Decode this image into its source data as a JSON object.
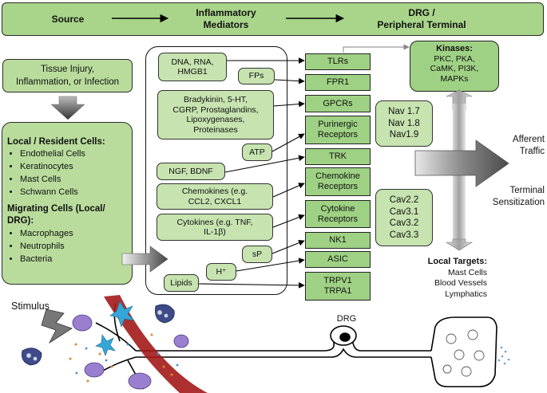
{
  "header": {
    "source": "Source",
    "mediators": "Inflammatory\nMediators",
    "terminal": "DRG /\nPeripheral Terminal"
  },
  "tissue_injury": "Tissue Injury,\nInflammation, or Infection",
  "cells": {
    "local_title": "Local / Resident Cells:",
    "local_items": [
      "Endothelial Cells",
      "Keratinocytes",
      "Mast Cells",
      "Schwann Cells"
    ],
    "migrating_title": "Migrating Cells (Local/\nDRG):",
    "migrating_items": [
      "Macrophages",
      "Neutrophils",
      "Bacteria"
    ]
  },
  "mediators": {
    "dna": "DNA, RNA,\nHMGB1",
    "fps": "FPs",
    "bradykinin": "Bradykinin, 5-HT,\nCGRP, Prostaglandins,\nLipoxygenases,\nProteinases",
    "atp": "ATP",
    "ngf": "NGF, BDNF",
    "chemokines": "Chemokines (e.g.\nCCL2, CXCL1",
    "cytokines": "Cytokines (e.g. TNF,\nIL-1β)",
    "sp": "sP",
    "h": "H⁺",
    "lipids": "Lipids"
  },
  "receptors": {
    "tlrs": "TLRs",
    "fpr1": "FPR1",
    "gpcrs": "GPCRs",
    "purinergic": "Purinergic\nReceptors",
    "trk": "TRK",
    "chemokine": "Chemokine\nReceptors",
    "cytokine": "Cytokine\nReceptors",
    "nk1": "NK1",
    "asic": "ASIC",
    "trp": "TRPV1\nTRPA1"
  },
  "kinases": {
    "title": "Kinases:",
    "items": "PKC, PKA,\nCaMK, PI3K,\nMAPKs"
  },
  "nav": [
    "Nav 1.7",
    "Nav 1.8",
    "Nav1.9"
  ],
  "cav": [
    "Cav2.2",
    "Cav3.1",
    "Cav3.2",
    "Cav3.3"
  ],
  "afferent": "Afferent\nTraffic",
  "terminal_sens": "Terminal\nSensitization",
  "local_targets": {
    "title": "Local Targets:",
    "items": [
      "Mast Cells",
      "Blood Vessels",
      "Lymphatics"
    ]
  },
  "stimulus": "Stimulus",
  "drg": "DRG",
  "colors": {
    "box_green": "#b9dc9c",
    "receptor_green": "#9fd184",
    "vessel_red": "#a31a1a",
    "cell_purple": "#9a7fd0"
  }
}
